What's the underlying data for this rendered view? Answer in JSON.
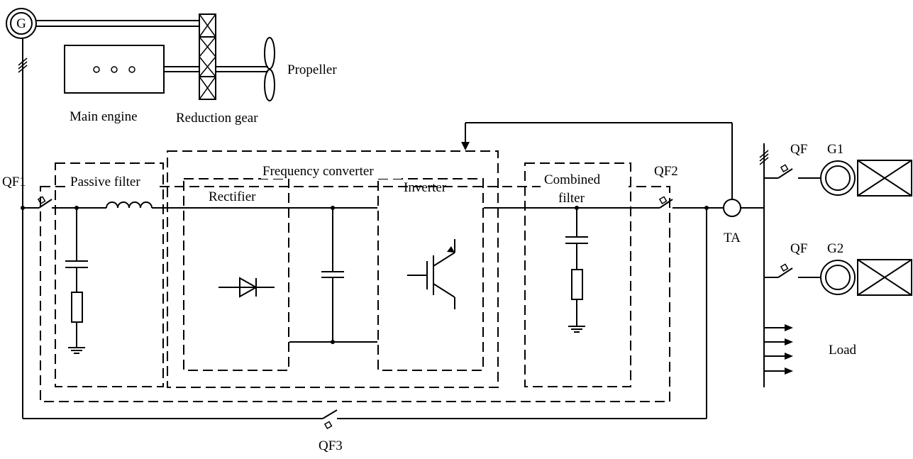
{
  "labels": {
    "generator": "G",
    "main_engine": "Main engine",
    "reduction_gear": "Reduction gear",
    "propeller": "Propeller",
    "qf1": "QF1",
    "passive_filter": "Passive filter",
    "frequency_converter": "Frequency converter",
    "rectifier": "Rectifier",
    "inverter": "Inverter",
    "combined_filter_line1": "Combined",
    "combined_filter_line2": "filter",
    "qf2": "QF2",
    "ta": "TA",
    "qf_top": "QF",
    "g1": "G1",
    "qf_bottom": "QF",
    "g2": "G2",
    "load": "Load",
    "qf3": "QF3"
  }
}
